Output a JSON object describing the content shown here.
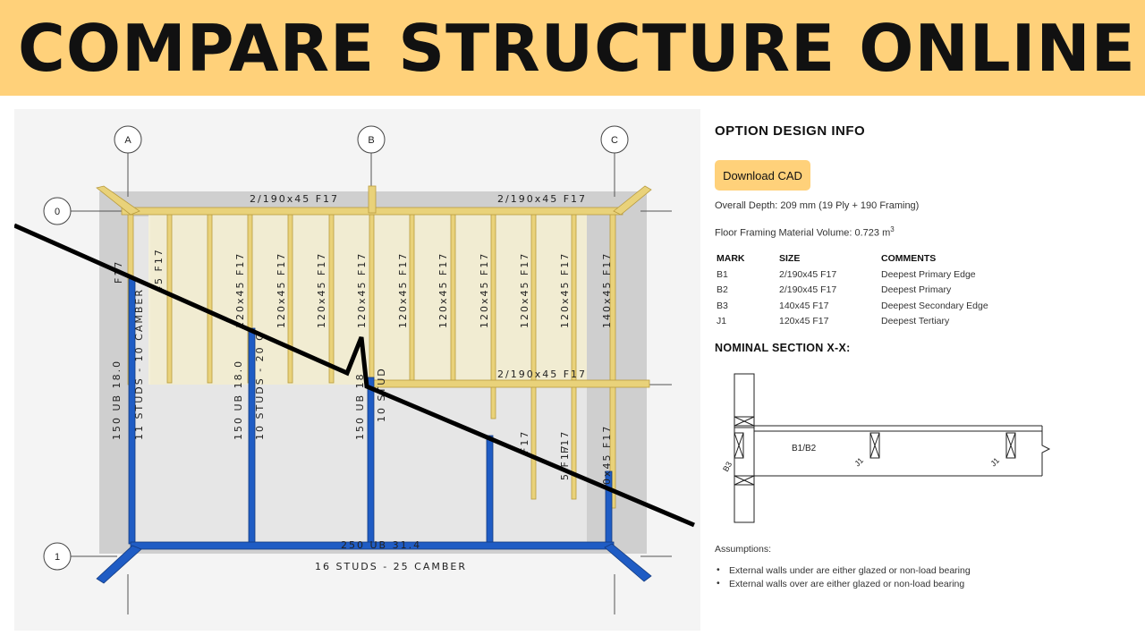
{
  "banner": {
    "title": "COMPARE STRUCTURE ONLINE"
  },
  "drawing": {
    "grid_columns": [
      "A",
      "B",
      "C"
    ],
    "grid_rows": [
      "0",
      "1"
    ],
    "top_beams": [
      "2/190x45 F17",
      "2/190x45 F17"
    ],
    "mid_beam": "2/190x45 F17",
    "bottom_beam": "250 UB 31.4",
    "bottom_beam_note": "16 STUDS - 25 CAMBER",
    "joists": [
      "F17",
      "45 F17",
      "120x45 F17",
      "120x45 F17",
      "120x45 F17",
      "120x45 F17",
      "120x45 F17",
      "120x45 F17",
      "120x45 F17",
      "120x45 F17",
      "120x45 F17",
      "140x45 F17"
    ],
    "lower_joists": [
      "F17",
      "F17",
      "5 F17",
      "0x45 F17"
    ],
    "columns": [
      {
        "member": "150 UB 18.0",
        "note": "11 STUDS - 10 CAMBER"
      },
      {
        "member": "150 UB 18.0",
        "note": "10 STUDS - 20 C"
      },
      {
        "member": "150 UB 18",
        "note": "10 STUD"
      }
    ]
  },
  "panel": {
    "title": "OPTION DESIGN INFO",
    "download_label": "Download CAD",
    "overall_depth": "Overall Depth: 209 mm (19 Ply + 190 Framing)",
    "volume_text": "Floor Framing Material Volume: 0.723 m",
    "volume_sup": "3",
    "table": {
      "headers": [
        "MARK",
        "SIZE",
        "COMMENTS"
      ],
      "rows": [
        [
          "B1",
          "2/190x45 F17",
          "Deepest Primary Edge"
        ],
        [
          "B2",
          "2/190x45 F17",
          "Deepest Primary"
        ],
        [
          "B3",
          "140x45 F17",
          "Deepest Secondary Edge"
        ],
        [
          "J1",
          "120x45 F17",
          "Deepest Tertiary"
        ]
      ]
    },
    "section_title": "NOMINAL SECTION X-X:",
    "section_labels": {
      "beam": "B1/B2",
      "edge": "B3",
      "joist1": "J1",
      "joist2": "J1"
    },
    "assumptions_title": "Assumptions:",
    "assumptions": [
      "External walls under are either glazed or non-load bearing",
      "External walls over are either glazed or non-load bearing"
    ]
  },
  "colors": {
    "banner": "#ffd17a",
    "timber": "#e9d27a",
    "steel": "#1f5cc4",
    "button": "#ffd17a"
  }
}
